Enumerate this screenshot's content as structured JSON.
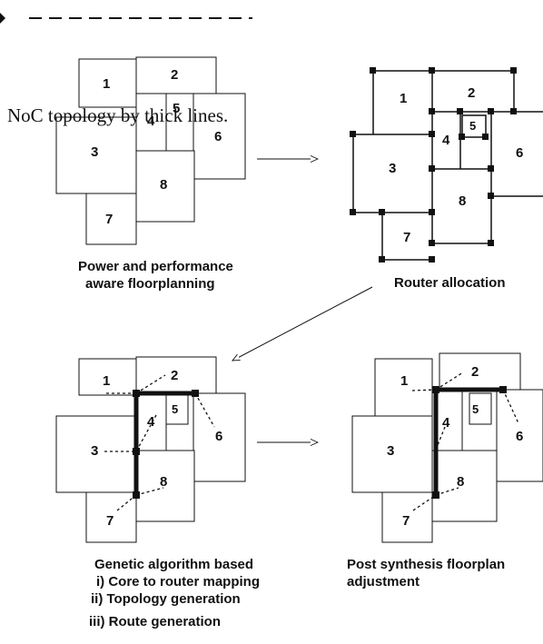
{
  "header_overlay": "NoC topology by thick lines.",
  "panels": {
    "floorplanning": {
      "caption_lines": [
        "Power and performance",
        "aware floorplanning"
      ],
      "blocks": [
        "1",
        "2",
        "3",
        "4",
        "5",
        "6",
        "7",
        "8"
      ]
    },
    "router_allocation": {
      "caption": "Router allocation",
      "blocks": [
        "1",
        "2",
        "3",
        "4",
        "5",
        "6",
        "7",
        "8"
      ]
    },
    "genetic_algorithm": {
      "caption_lines": [
        "Genetic algorithm based",
        "i) Core to router mapping",
        "ii) Topology generation",
        "iii) Route generation"
      ],
      "blocks": [
        "1",
        "2",
        "3",
        "4",
        "5",
        "6",
        "7",
        "8"
      ]
    },
    "post_synthesis": {
      "caption_lines": [
        "Post synthesis floorplan",
        "adjustment"
      ],
      "blocks": [
        "1",
        "2",
        "3",
        "4",
        "5",
        "6",
        "7",
        "8"
      ]
    }
  },
  "colors": {
    "line": "#111111",
    "background": "#ffffff"
  }
}
